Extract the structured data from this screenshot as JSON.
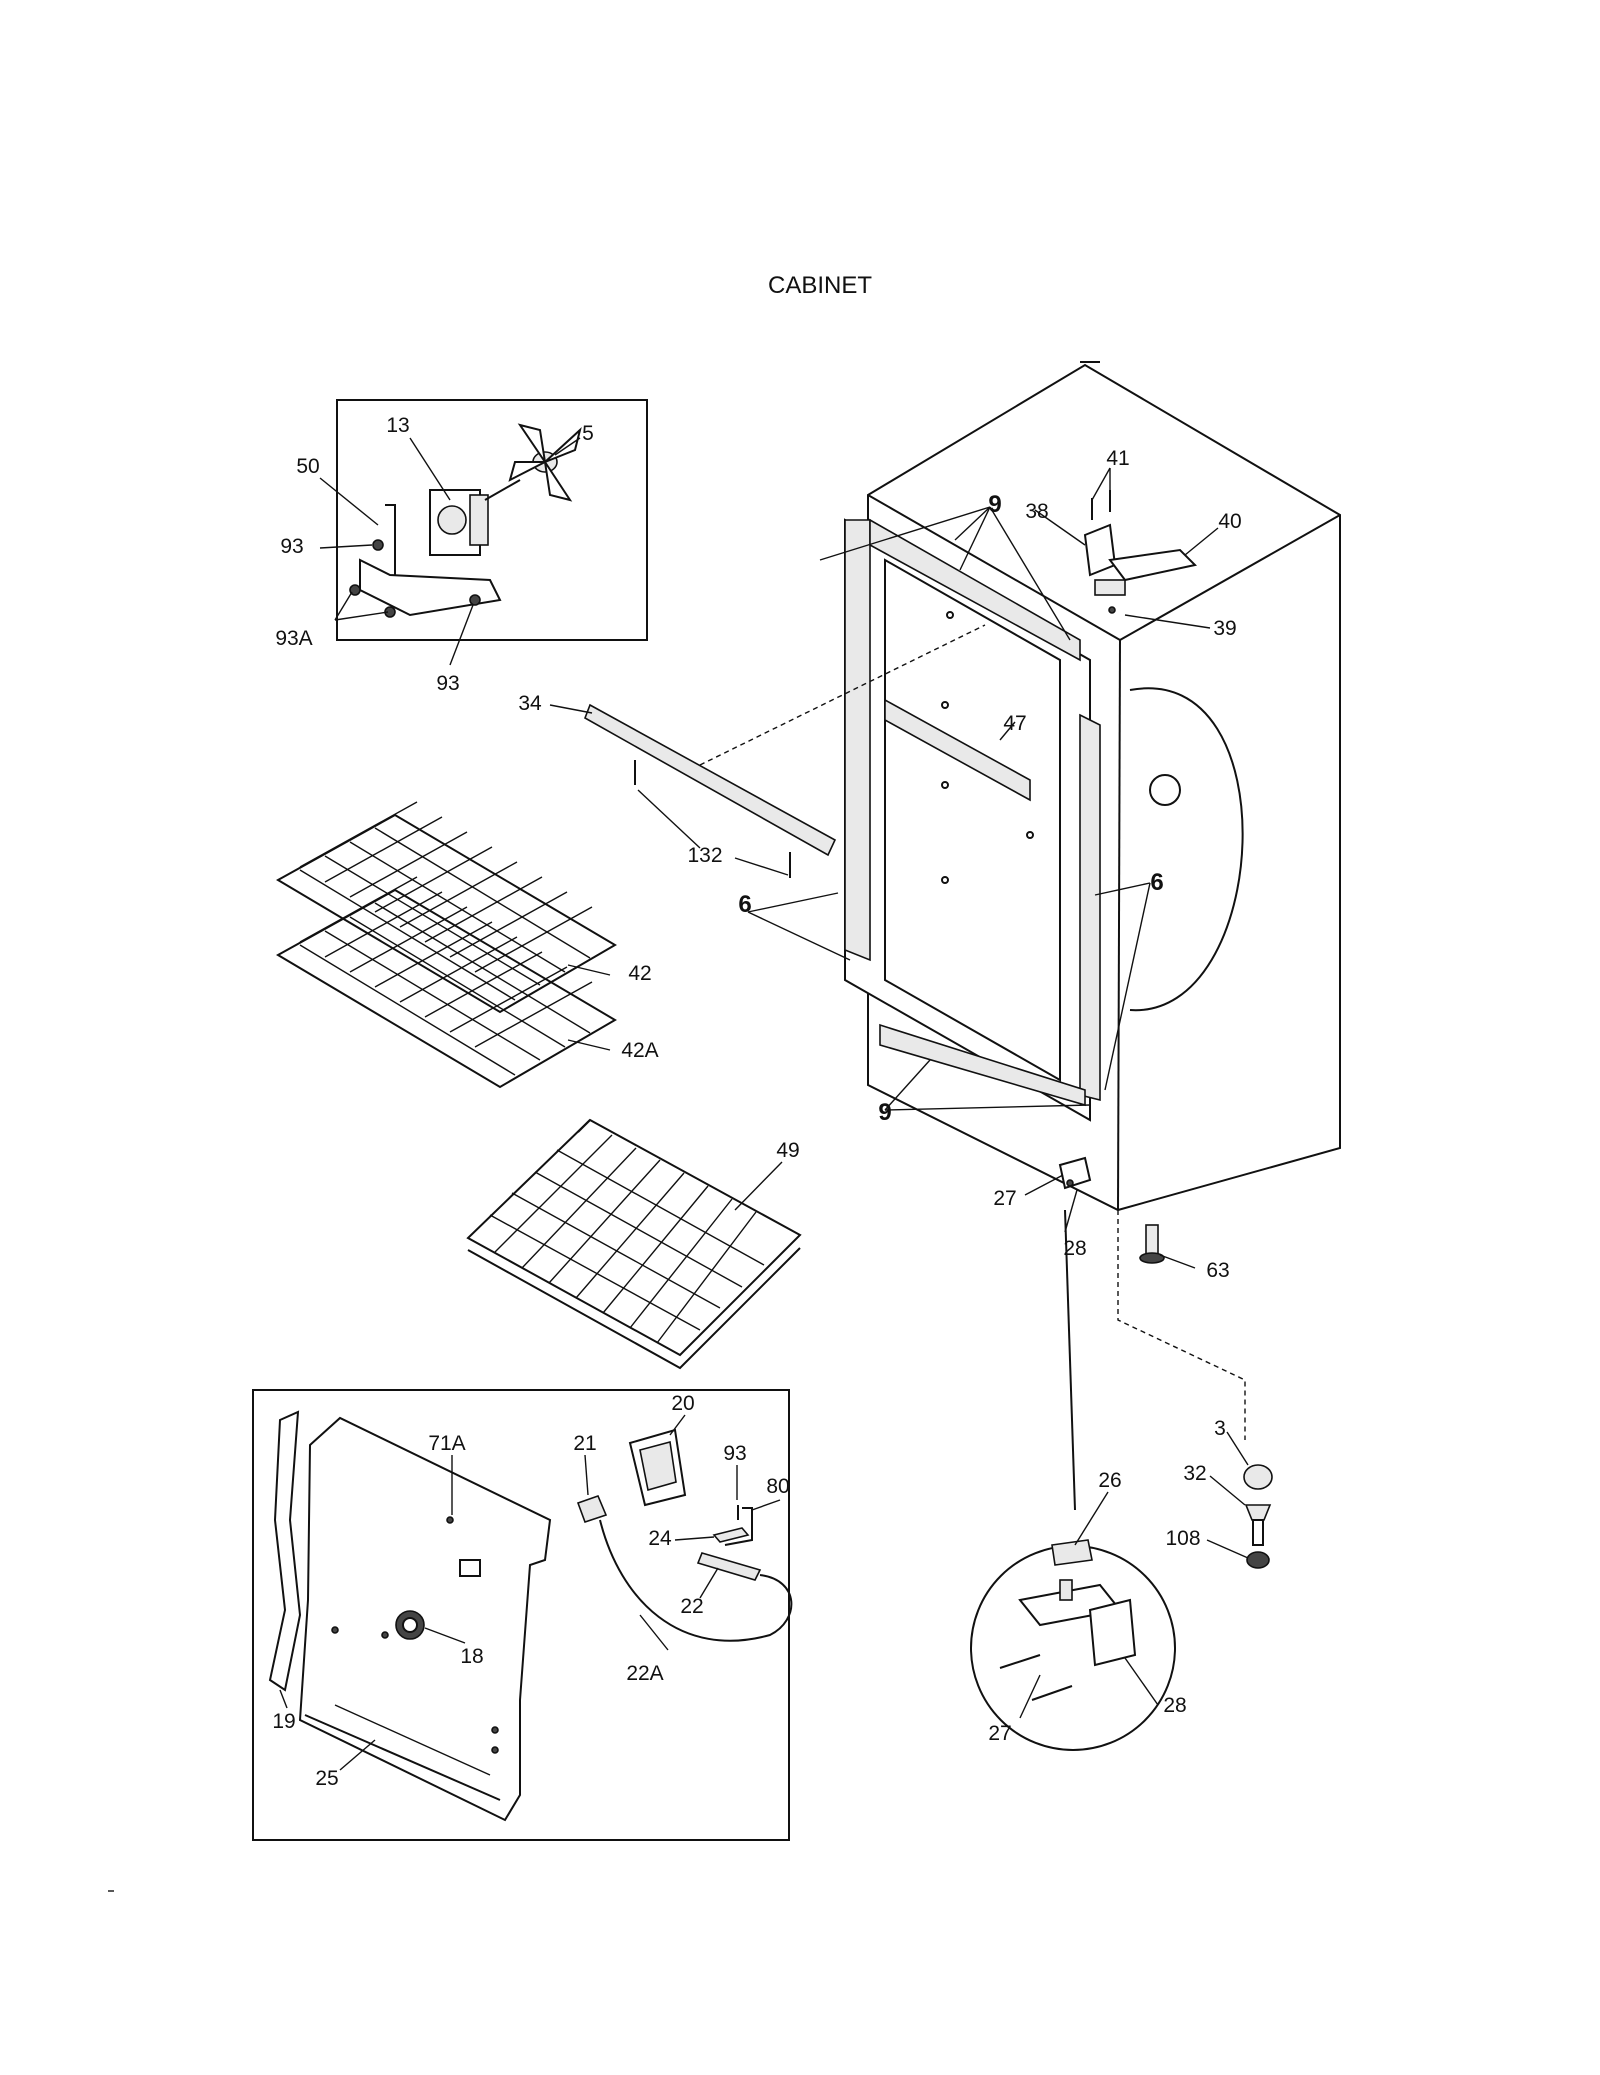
{
  "title": "CABINET",
  "callouts": {
    "fan_blade": "5",
    "fan_motor": "13",
    "fan_bracket": "50",
    "screw_fan_1": "93",
    "screw_fan_2": "93A",
    "screw_fan_3": "93",
    "top_hinge_screws": "41",
    "top_hinge_bracket": "38",
    "top_hinge_cover": "40",
    "top_hinge_shim": "39",
    "breaker_top": "9",
    "breaker_bottom": "9",
    "breaker_left": "6",
    "breaker_right": "6",
    "shelf_support": "34",
    "rear_support": "47",
    "screws_shelf": "132",
    "shelf_upper": "42",
    "shelf_lower": "42A",
    "basket": "49",
    "hinge_screws": "27",
    "hinge_bottom": "28",
    "leveler": "63",
    "foot_cap": "3",
    "foot_screw": "32",
    "foot_nut": "108",
    "hinge_pin_cap": "26",
    "detail_hinge": "28",
    "detail_screws": "27",
    "liner_screws": "71A",
    "light_socket": "21",
    "light_cover": "20",
    "screw_switch": "93",
    "switch_bracket": "80",
    "switch_actuator": "24",
    "switch": "22",
    "wire_harness": "22A",
    "bulb": "18",
    "trim": "19",
    "kick_plate": "25"
  }
}
